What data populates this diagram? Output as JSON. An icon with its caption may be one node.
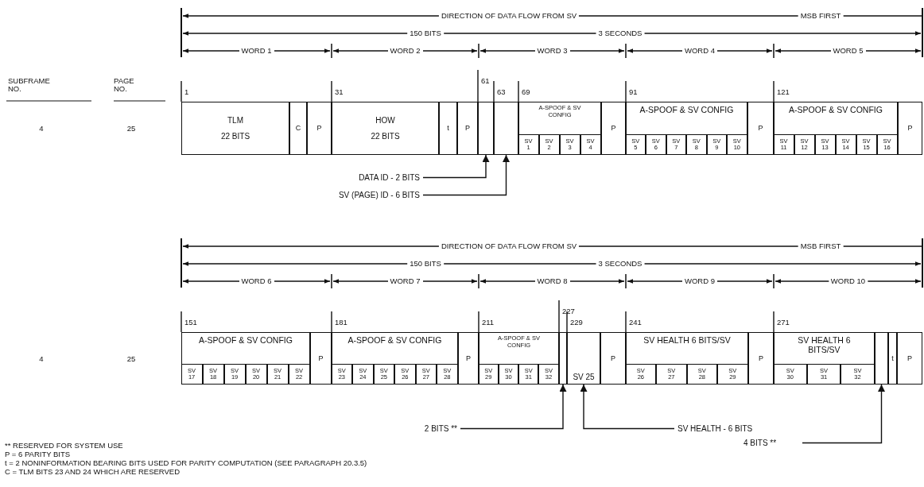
{
  "diagram": {
    "nodes": [
      {
        "text": [
          "TLM",
          "22 BITS"
        ],
        "beside": [
          "1"
        ]
      },
      {
        "text": [
          "C"
        ]
      },
      {
        "text": [
          "P"
        ]
      },
      {
        "text": [
          "HOW",
          "22 BITS"
        ],
        "beside": [
          "31"
        ]
      },
      {
        "text": [
          "t"
        ]
      },
      {
        "text": [
          "P"
        ]
      },
      {
        "text": [],
        "shape": "box",
        "beside": [
          "61"
        ]
      },
      {
        "text": [],
        "shape": "box",
        "beside": [
          "63"
        ]
      },
      {
        "text": [
          "A-SPOOF & SV CONFIG"
        ],
        "beside": [
          "69"
        ]
      },
      {
        "text": [
          "SV 1"
        ],
        "in": 8
      },
      {
        "text": [
          "SV 2"
        ],
        "in": 8
      },
      {
        "text": [
          "SV 3"
        ],
        "in": 8
      },
      {
        "text": [
          "SV 4"
        ],
        "in": 8
      },
      {
        "text": [
          "P"
        ]
      },
      {
        "text": [
          "A-SPOOF & SV CONFIG"
        ],
        "beside": [
          "91"
        ]
      },
      {
        "text": [
          "SV 5"
        ],
        "in": 14
      },
      {
        "text": [
          "SV 6"
        ],
        "in": 14
      },
      {
        "text": [
          "SV 7"
        ],
        "in": 14
      },
      {
        "text": [
          "SV 8"
        ],
        "in": 14
      },
      {
        "text": [
          "SV 9"
        ],
        "in": 14
      },
      {
        "text": [
          "SV 10"
        ],
        "in": 14
      },
      {
        "text": [
          "P"
        ]
      },
      {
        "text": [
          "A-SPOOF & SV CONFIG"
        ],
        "beside": [
          "121"
        ]
      },
      {
        "text": [
          "SV 11"
        ],
        "in": 22
      },
      {
        "text": [
          "SV 12"
        ],
        "in": 22
      },
      {
        "text": [
          "SV 13"
        ],
        "in": 22
      },
      {
        "text": [
          "SV 14"
        ],
        "in": 22
      },
      {
        "text": [
          "SV 15"
        ],
        "in": 22
      },
      {
        "text": [
          "SV 16"
        ],
        "in": 22
      },
      {
        "text": [
          "P"
        ]
      },
      {
        "text": [
          "DATA ID - 2 BITS"
        ]
      },
      {
        "text": [
          "SV (PAGE) ID - 6 BITS"
        ]
      },
      {
        "text": [
          "A-SPOOF & SV CONFIG"
        ],
        "beside": [
          "151"
        ]
      },
      {
        "text": [
          "SV 17"
        ],
        "in": 32
      },
      {
        "text": [
          "SV 18"
        ],
        "in": 32
      },
      {
        "text": [
          "SV 19"
        ],
        "in": 32
      },
      {
        "text": [
          "SV 20"
        ],
        "in": 32
      },
      {
        "text": [
          "SV 21"
        ],
        "in": 32
      },
      {
        "text": [
          "SV 22"
        ],
        "in": 32
      },
      {
        "text": [
          "P"
        ]
      },
      {
        "text": [
          "A-SPOOF & SV CONFIG"
        ],
        "beside": [
          "181"
        ]
      },
      {
        "text": [
          "SV 23"
        ],
        "in": 40
      },
      {
        "text": [
          "SV 24"
        ],
        "in": 40
      },
      {
        "text": [
          "SV 25"
        ],
        "in": 40
      },
      {
        "text": [
          "SV 26"
        ],
        "in": 40
      },
      {
        "text": [
          "SV 27"
        ],
        "in": 40
      },
      {
        "text": [
          "SV 28"
        ],
        "in": 40
      },
      {
        "text": [
          "P"
        ]
      },
      {
        "text": [
          "A-SPOOF & SV CONFIG"
        ],
        "beside": [
          "211"
        ]
      },
      {
        "text": [
          "SV 29"
        ],
        "in": 48
      },
      {
        "text": [
          "SV 30"
        ],
        "in": 48
      },
      {
        "text": [
          "SV 31"
        ],
        "in": 48
      },
      {
        "text": [
          "SV 32"
        ],
        "in": 48
      },
      {
        "text": [],
        "shape": "box",
        "beside": [
          "227"
        ]
      },
      {
        "text": [
          "SV 25"
        ],
        "beside": [
          "229"
        ]
      },
      {
        "text": [
          "P"
        ]
      },
      {
        "text": [
          "SV HEALTH 6 BITS/SV"
        ],
        "beside": [
          "241"
        ]
      },
      {
        "text": [
          "SV 26"
        ],
        "in": 56
      },
      {
        "text": [
          "SV 27"
        ],
        "in": 56
      },
      {
        "text": [
          "SV 28"
        ],
        "in": 56
      },
      {
        "text": [
          "SV 29"
        ],
        "in": 56
      },
      {
        "text": [
          "P"
        ]
      },
      {
        "text": [
          "SV HEALTH 6 BITS/SV"
        ],
        "beside": [
          "271"
        ]
      },
      {
        "text": [
          "SV 30"
        ],
        "in": 62
      },
      {
        "text": [
          "SV 31"
        ],
        "in": 62
      },
      {
        "text": [
          "SV 32"
        ],
        "in": 62
      },
      {
        "text": [],
        "shape": "box"
      },
      {
        "text": [
          "t"
        ]
      },
      {
        "text": [
          "P"
        ]
      },
      {
        "text": [
          "2 BITS **"
        ]
      },
      {
        "text": [
          "SV HEALTH - 6 BITS"
        ]
      },
      {
        "text": [
          "4 BITS **"
        ]
      }
    ],
    "edges": [
      {
        "from": 30,
        "to": 6,
        "arrow": "to"
      },
      {
        "from": 31,
        "to": 7,
        "arrow": "to"
      },
      {
        "from": 69,
        "to": 53,
        "arrow": "to"
      },
      {
        "from": 70,
        "to": 54,
        "arrow": "to"
      },
      {
        "from": 71,
        "to": 66,
        "arrow": "to"
      }
    ],
    "labels": [
      "SUBFRAME NO.",
      "PAGE NO.",
      "DIRECTION OF DATA FLOW FROM SV",
      "MSB FIRST",
      "150 BITS",
      "3 SECONDS",
      "WORD 1",
      "WORD 2",
      "WORD 3",
      "WORD 4",
      "WORD 5",
      "4",
      "25",
      "DIRECTION OF DATA FLOW FROM SV",
      "MSB FIRST",
      "150 BITS",
      "3 SECONDS",
      "WORD 6",
      "WORD 7",
      "WORD 8",
      "WORD 9",
      "WORD 10",
      "4",
      "25",
      "** RESERVED FOR SYSTEM USE",
      "P = 6 PARITY BITS",
      "t = 2 NONINFORMATION BEARING BITS USED FOR PARITY COMPUTATION (SEE PARAGRAPH 20.3.5)",
      "C = TLM BITS 23 AND 24 WHICH ARE RESERVED"
    ]
  }
}
